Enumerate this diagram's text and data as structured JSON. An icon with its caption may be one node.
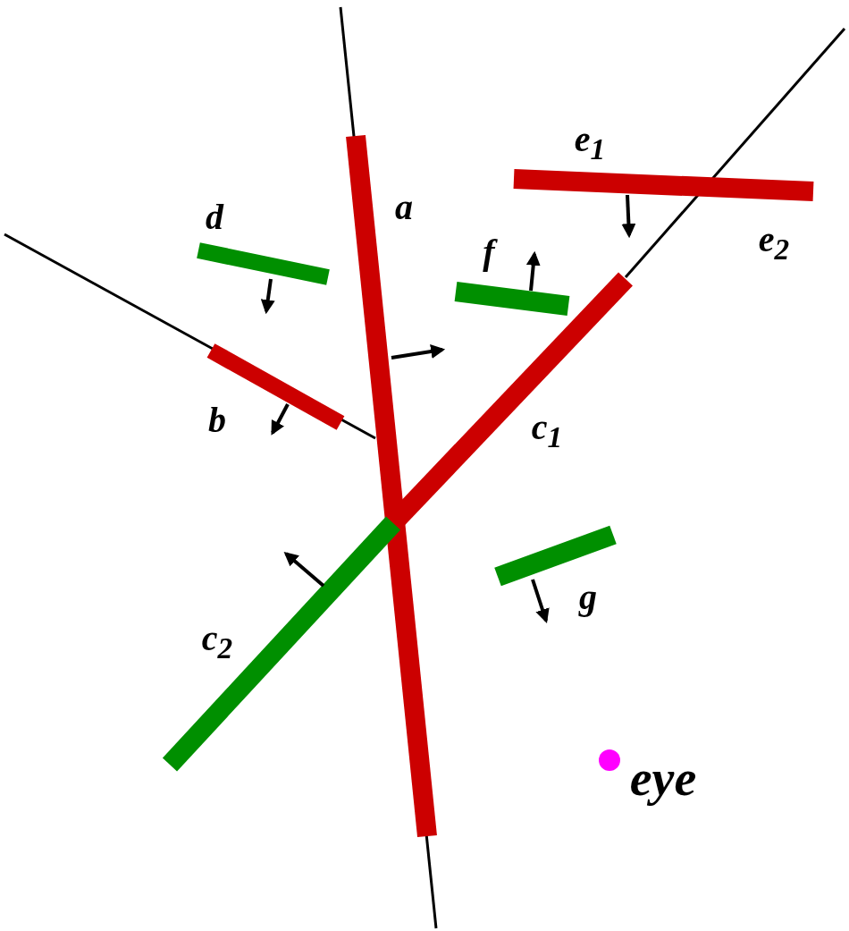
{
  "diagram": {
    "labels": [
      "e$_{1}$",
      "a",
      "d",
      "f",
      "e$_{2}$",
      "b",
      "c$_{1}$",
      "g",
      "c$_{2}$",
      "eye"
    ]
  }
}
